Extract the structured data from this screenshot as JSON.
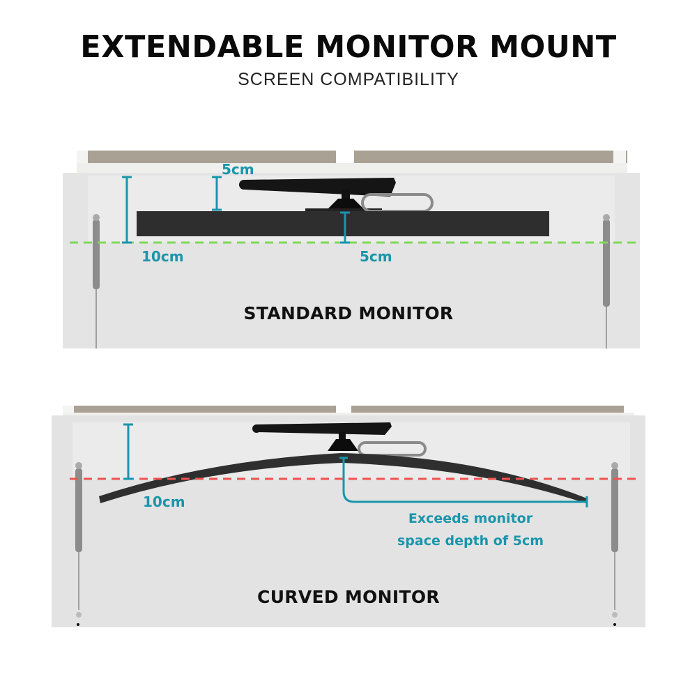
{
  "header": {
    "title": "EXTENDABLE MONITOR MOUNT",
    "subtitle": "SCREEN COMPATIBILITY"
  },
  "standard": {
    "section_label": "STANDARD MONITOR",
    "measure_top": "5cm",
    "measure_left": "10cm",
    "measure_center": "5cm",
    "guide_color": "#7ed957",
    "status": "fits"
  },
  "curved": {
    "section_label": "CURVED MONITOR",
    "measure_left": "10cm",
    "note_line1": "Exceeds monitor",
    "note_line2": "space depth of 5cm",
    "guide_color": "#ef5350",
    "status": "exceeds"
  },
  "colors": {
    "accent_teal": "#1a95ab",
    "ok_green": "#7ed957",
    "warn_red": "#ef5350"
  }
}
